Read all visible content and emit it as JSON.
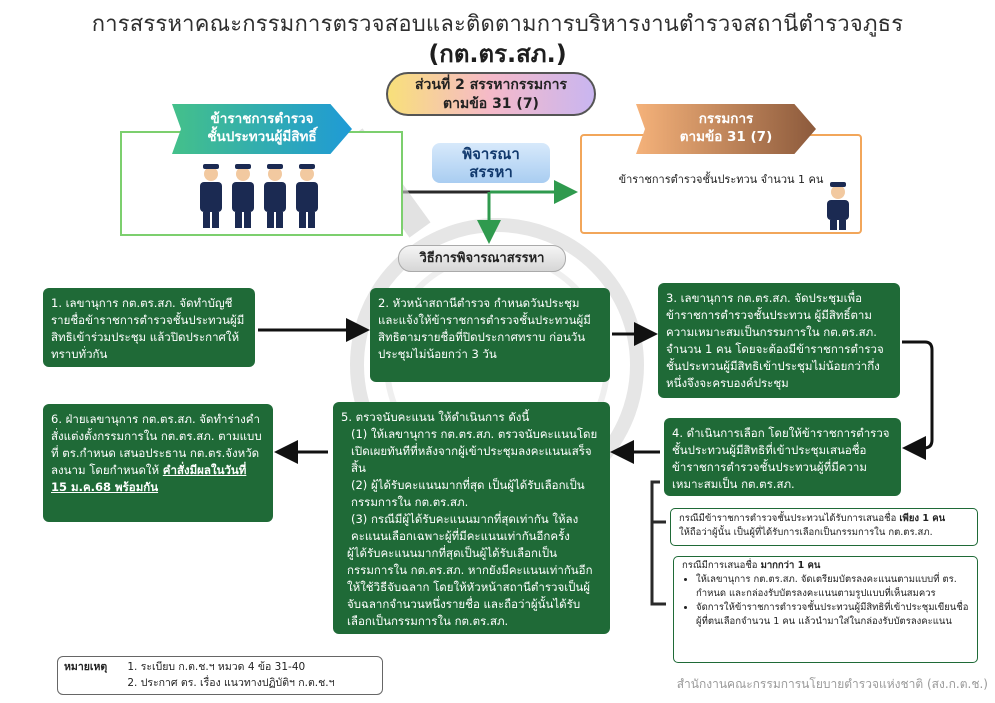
{
  "title": "การสรรหาคณะกรรมการตรวจสอบและติดตามการบริหารงานตำรวจสถานีตำรวจภูธร",
  "subtitle": "(กต.ตร.สภ.)",
  "part_pill": {
    "line1": "ส่วนที่ 2 สรรหากรรมการ",
    "line2": "ตามข้อ 31 (7)"
  },
  "left_banner": {
    "line1": "ข้าราชการตำรวจ",
    "line2": "ชั้นประทวนผู้มีสิทธิ์"
  },
  "right_banner": {
    "line1": "กรรมการ",
    "line2": "ตามข้อ 31 (7)"
  },
  "right_desc": "ข้าราชการตำรวจชั้นประทวน จำนวน 1 คน",
  "consider": {
    "line1": "พิจารณา",
    "line2": "สรรหา"
  },
  "method_title": "วิธีการพิจารณาสรรหา",
  "steps": {
    "s1": "1. เลขานุการ กต.ตร.สภ. จัดทำบัญชีรายชื่อข้าราชการตำรวจชั้นประทวนผู้มีสิทธิเข้าร่วมประชุม แล้วปิดประกาศให้ทราบทั่วกัน",
    "s2": "2. หัวหน้าสถานีตำรวจ กำหนดวันประชุม และแจ้งให้ข้าราชการตำรวจชั้นประทวนผู้มีสิทธิตามรายชื่อที่ปิดประกาศทราบ ก่อนวันประชุมไม่น้อยกว่า 3 วัน",
    "s3": "3. เลขานุการ กต.ตร.สภ. จัดประชุมเพื่อข้าราชการตำรวจชั้นประทวน ผู้มีสิทธิ์ตามความเหมาะสมเป็นกรรมการใน กต.ตร.สภ. จำนวน 1 คน โดยจะต้องมีข้าราชการตำรวจชั้นประทวนผู้มีสิทธิเข้าประชุมไม่น้อยกว่ากึ่งหนึ่งจึงจะครบองค์ประชุม",
    "s4": "4. ดำเนินการเลือก โดยให้ข้าราชการตำรวจชั้นประทวนผู้มีสิทธิที่เข้าประชุมเสนอชื่อข้าราชการตำรวจชั้นประทวนผู้ที่มีความเหมาะสมเป็น กต.ตร.สภ.",
    "s5_head": "5. ตรวจนับคะแนน ให้ดำเนินการ ดังนี้",
    "s5_p1": "(1) ให้เลขานุการ กต.ตร.สภ. ตรวจนับคะแนนโดยเปิดเผยทันทีที่หลังจากผู้เข้าประชุมลงคะแนนเสร็จสิ้น",
    "s5_p2": "(2) ผู้ได้รับคะแนนมากที่สุด เป็นผู้ได้รับเลือกเป็นกรรมการใน กต.ตร.สภ.",
    "s5_p3": "(3) กรณีมีผู้ได้รับคะแนนมากที่สุดเท่ากัน ให้ลงคะแนนเลือกเฉพาะผู้ที่มีคะแนนเท่ากันอีกครั้ง",
    "s5_p4": "ผู้ได้รับคะแนนมากที่สุดเป็นผู้ได้รับเลือกเป็นกรรมการใน กต.ตร.สภ. หากยังมีคะแนนเท่ากันอีกให้ใช้วิธีจับฉลาก โดยให้หัวหน้าสถานีตำรวจเป็นผู้จับฉลากจำนวนหนึ่งรายชื่อ และถือว่าผู้นั้นได้รับเลือกเป็นกรรมการใน กต.ตร.สภ.",
    "s6": "6. ฝ่ายเลขานุการ กต.ตร.สภ. จัดทำร่างคำสั่งแต่งตั้งกรรมการใน กต.ตร.สภ. ตามแบบที่ ตร.กำหนด เสนอประธาน กต.ตร.จังหวัด ลงนาม โดยกำหนดให้",
    "s6_bold": "คำสั่งมีผลในวันที่ 15 ม.ค.68 พร้อมกัน"
  },
  "single_case": {
    "prefix": "กรณีมีข้าราชการตำรวจชั้นประทวนได้รับการเสนอชื่อ",
    "bold": "เพียง 1 คน",
    "rest": "ให้ถือว่าผู้นั้น เป็นผู้ที่ได้รับการเลือกเป็นกรรมการใน กต.ตร.สภ."
  },
  "multi_case": {
    "prefix": "กรณีมีการเสนอชื่อ",
    "bold": "มากกว่า 1 คน",
    "bullets": [
      "ให้เลขานุการ กต.ตร.สภ. จัดเตรียมบัตรลงคะแนนตามแบบที่ ตร. กำหนด และกล่องรับบัตรลงคะแนนตามรูปแบบที่เห็นสมควร",
      "จัดการให้ข้าราชการตำรวจชั้นประทวนผู้มีสิทธิที่เข้าประชุมเขียนชื่อผู้ที่ตนเลือกจำนวน 1 คน แล้วนำมาใส่ในกล่องรับบัตรลงคะแนน"
    ]
  },
  "remark": {
    "label": "หมายเหตุ",
    "items": [
      "1. ระเบียบ ก.ต.ช.ฯ หมวด 4 ข้อ 31-40",
      "2. ประกาศ ตร. เรื่อง แนวทางปฏิบัติฯ ก.ต.ช.ฯ"
    ]
  },
  "footer": "สำนักงานคณะกรรมการนโยบายตำรวจแห่งชาติ (สง.ก.ต.ช.)"
}
